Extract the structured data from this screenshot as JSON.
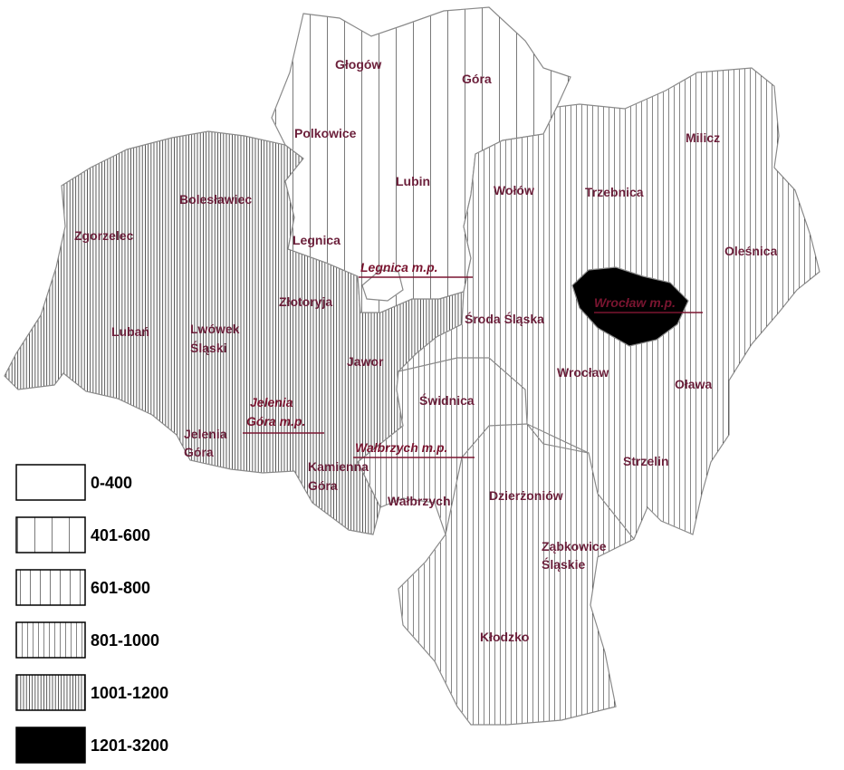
{
  "map": {
    "districts": {
      "glogow": "Głogów",
      "gora": "Góra",
      "polkowice": "Polkowice",
      "lubin": "Lubin",
      "milicz": "Milicz",
      "wolow": "Wołów",
      "trzebnica": "Trzebnica",
      "boleslawiec": "Bolesławiec",
      "zgorzelec": "Zgorzelec",
      "legnica": "Legnica",
      "olesnica": "Oleśnica",
      "zlotoryja": "Złotoryja",
      "sroda_slaska": "Środa Śląska",
      "luban": "Lubań",
      "lwowek_slaski": [
        "Lwówek",
        "Śląski"
      ],
      "jawor": "Jawor",
      "wroclaw": "Wrocław",
      "olawa": "Oława",
      "swidnica": "Świdnica",
      "jelenia_gora": [
        "Jelenia",
        "Góra"
      ],
      "strzelin": "Strzelin",
      "kamienna_gora": [
        "Kamienna",
        "Góra"
      ],
      "walbrzych": "Wałbrzych",
      "dzierzoniow": "Dzierżoniów",
      "zabkowice_slaskie": [
        "Ząbkowice",
        "Śląskie"
      ],
      "klodzko": "Kłodzko"
    },
    "cities": {
      "legnica_mp": "Legnica m.p.",
      "wroclaw_mp": "Wrocław m.p.",
      "jelenia_gora_mp": [
        "Jelenia",
        "Góra m.p."
      ],
      "walbrzych_mp": "Wałbrzych m.p."
    }
  },
  "legend": [
    {
      "label": "0-400",
      "pattern": "none"
    },
    {
      "label": "401-600",
      "pattern": "wide"
    },
    {
      "label": "601-800",
      "pattern": "medium"
    },
    {
      "label": "801-1000",
      "pattern": "fine"
    },
    {
      "label": "1001-1200",
      "pattern": "dense"
    },
    {
      "label": "1201-3200",
      "pattern": "solid"
    }
  ],
  "colors": {
    "label_text": "#6b1f3a",
    "boundary": "#8a8a8a",
    "solid_fill": "#000000"
  }
}
